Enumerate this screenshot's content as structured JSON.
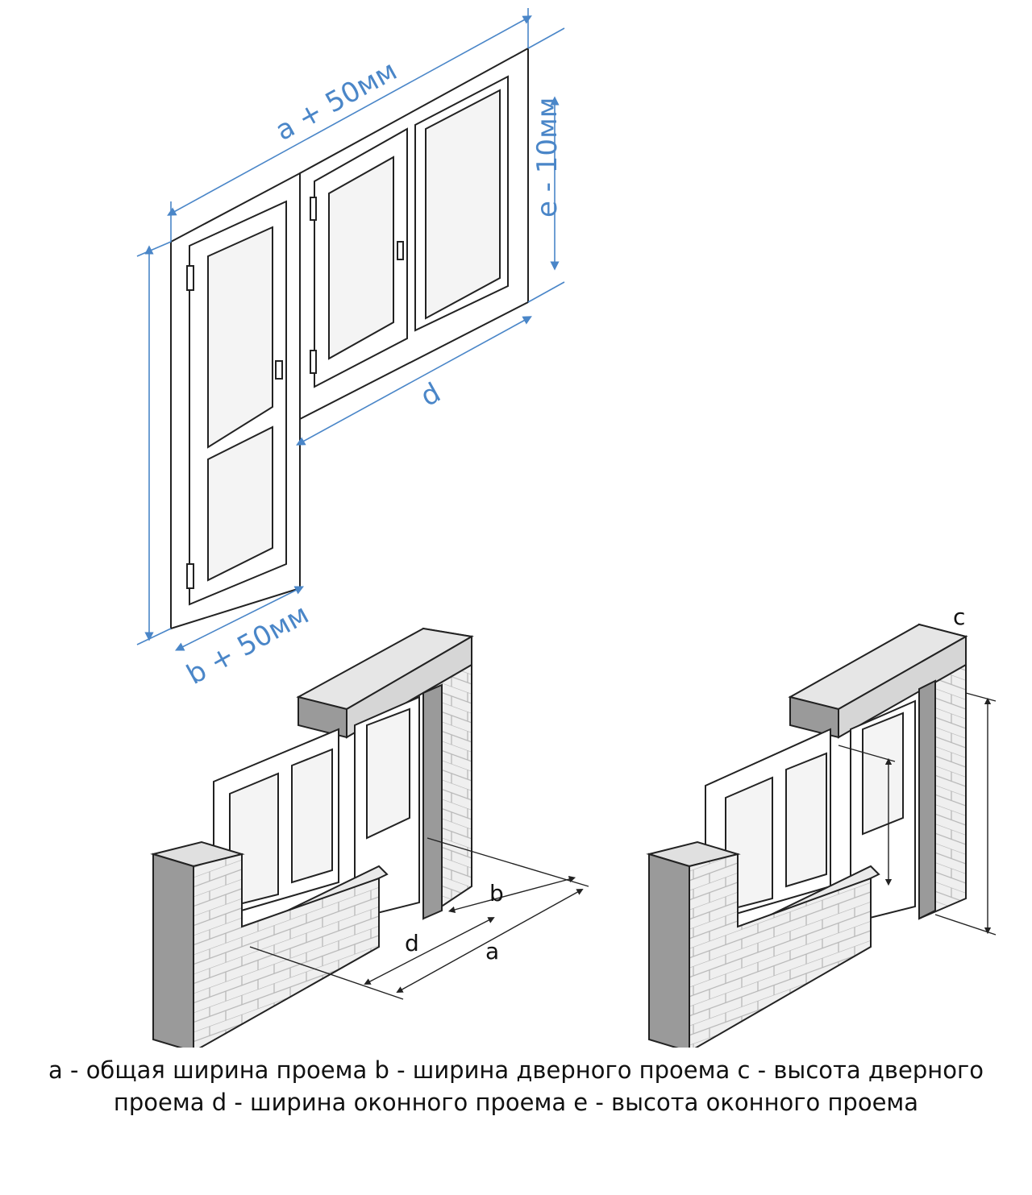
{
  "top_figure": {
    "label_total_width": "a + 50мм",
    "label_window_height": "e - 10мм",
    "label_window_width": "d",
    "label_door_width": "b + 50мм"
  },
  "left_figure": {
    "label_b": "b",
    "label_d": "d",
    "label_a": "a"
  },
  "right_figure": {
    "label_c": "c"
  },
  "caption": {
    "text": "a - общая ширина проема b - ширина дверного проема c - высота дверного проема d - ширина оконного проема e - высота оконного проема"
  },
  "colors": {
    "dimension": "#4a86c8",
    "wall_dark": "#9a9a9a",
    "wall_light": "#e8e8e8",
    "outline": "#222222"
  }
}
